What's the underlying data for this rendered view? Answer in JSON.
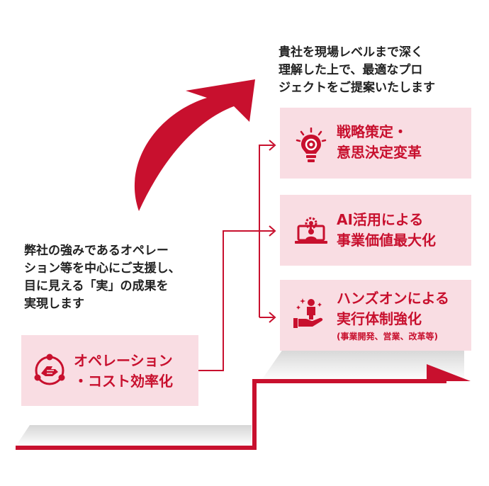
{
  "intro_right": {
    "line1": "貴社を現場レベルまで深く",
    "line2": "理解した上で、最適なプロ",
    "line3": "ジェクトをご提案いたします"
  },
  "intro_left": {
    "line1": "弊社の強みであるオペレー",
    "line2": "ション等を中心にご支援し、",
    "line3": "目に見える「実」の成果を",
    "line4": "実現します"
  },
  "boxes": {
    "strategy": {
      "line1": "戦略策定・",
      "line2": "意思決定変革",
      "icon": "lightbulb-gear-icon"
    },
    "ai": {
      "line1": "AI活用による",
      "line2": "事業価値最大化",
      "icon": "laptop-person-gear-icon"
    },
    "handson": {
      "line1": "ハンズオンによる",
      "line2": "実行体制強化",
      "note": "(事業開発、営業、改革等)",
      "icon": "hand-person-icon"
    },
    "operation": {
      "line1": "オペレーション",
      "line2": "・コスト効率化",
      "icon": "hands-cycle-icon"
    }
  },
  "colors": {
    "accent": "#c8102e",
    "box_fill": "#f9dde3",
    "text": "#222222",
    "step_gray": "#d4d4d4"
  }
}
